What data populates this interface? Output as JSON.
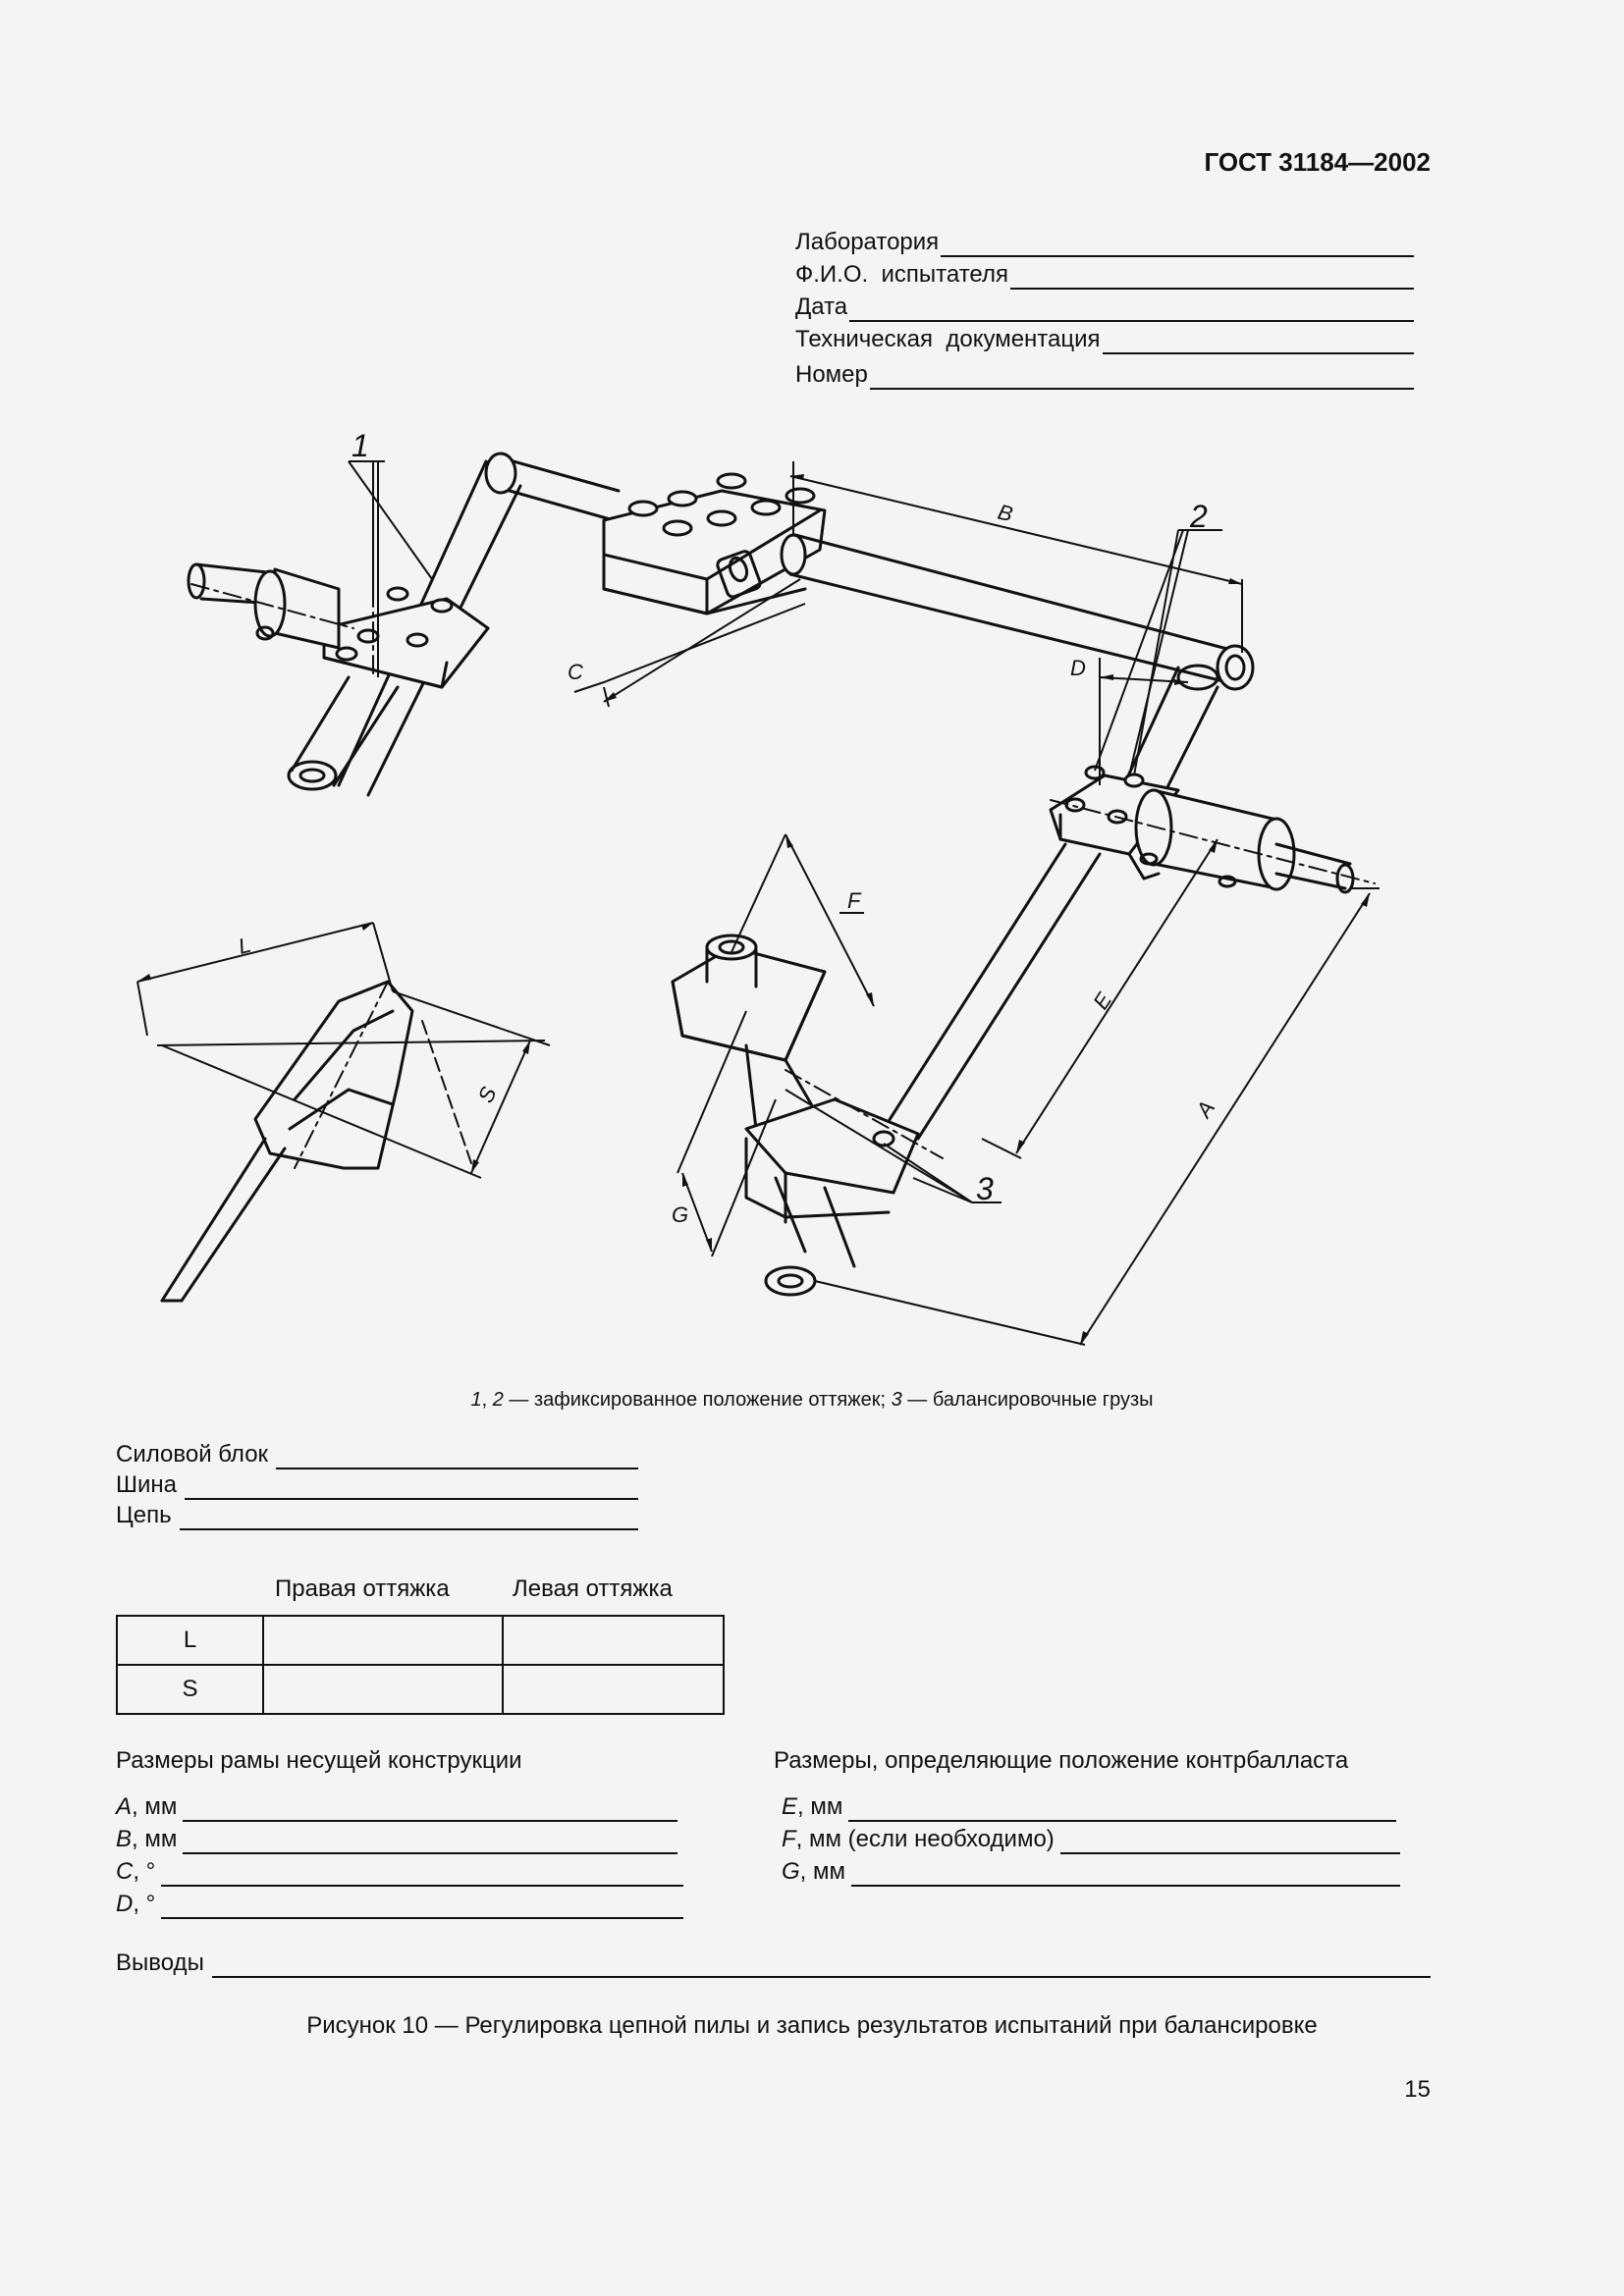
{
  "header": {
    "standard": "ГОСТ 31184—2002"
  },
  "top_form": [
    {
      "label": "Лаборатория"
    },
    {
      "label": "Ф.И.О.  испытателя"
    },
    {
      "label": "Дата"
    },
    {
      "label": "Техническая  документация"
    },
    {
      "label": "Номер"
    }
  ],
  "figure": {
    "callouts": {
      "c1": "1",
      "c2": "2",
      "c3": "3"
    },
    "dims": {
      "A": "A",
      "B": "B",
      "C": "C",
      "D": "D",
      "E": "E",
      "F": "F",
      "G": "G",
      "L": "L",
      "S": "S"
    },
    "legend": {
      "n1": "1",
      "sep1": ", ",
      "n2": "2",
      "t1": " — зафиксированное положение оттяжек; ",
      "n3": "3",
      "t2": " — балансировочные грузы"
    }
  },
  "components": [
    {
      "label": "Силовой блок"
    },
    {
      "label": "Шина"
    },
    {
      "label": "Цепь"
    }
  ],
  "guy_table": {
    "columns": [
      "Правая оттяжка",
      "Левая оттяжка"
    ],
    "rows": [
      {
        "label": "L",
        "right": "",
        "left": ""
      },
      {
        "label": "S",
        "right": "",
        "left": ""
      }
    ]
  },
  "frame_dims": {
    "title": "Размеры рамы несущей конструкции",
    "items": [
      {
        "sym": "A",
        "unit": ", мм"
      },
      {
        "sym": "B",
        "unit": ", мм"
      },
      {
        "sym": "C",
        "unit": ", °"
      },
      {
        "sym": "D",
        "unit": ", °"
      }
    ]
  },
  "counter_dims": {
    "title": "Размеры, определяющие положение контрбалласта",
    "items": [
      {
        "sym": "E",
        "unit": ", мм"
      },
      {
        "sym": "F",
        "unit": ", мм (если необходимо)"
      },
      {
        "sym": "G",
        "unit": ", мм"
      }
    ]
  },
  "conclusions": {
    "label": "Выводы"
  },
  "caption": "Рисунок 10 — Регулировка цепной пилы и запись результатов испытаний при балансировке",
  "page_number": "15"
}
